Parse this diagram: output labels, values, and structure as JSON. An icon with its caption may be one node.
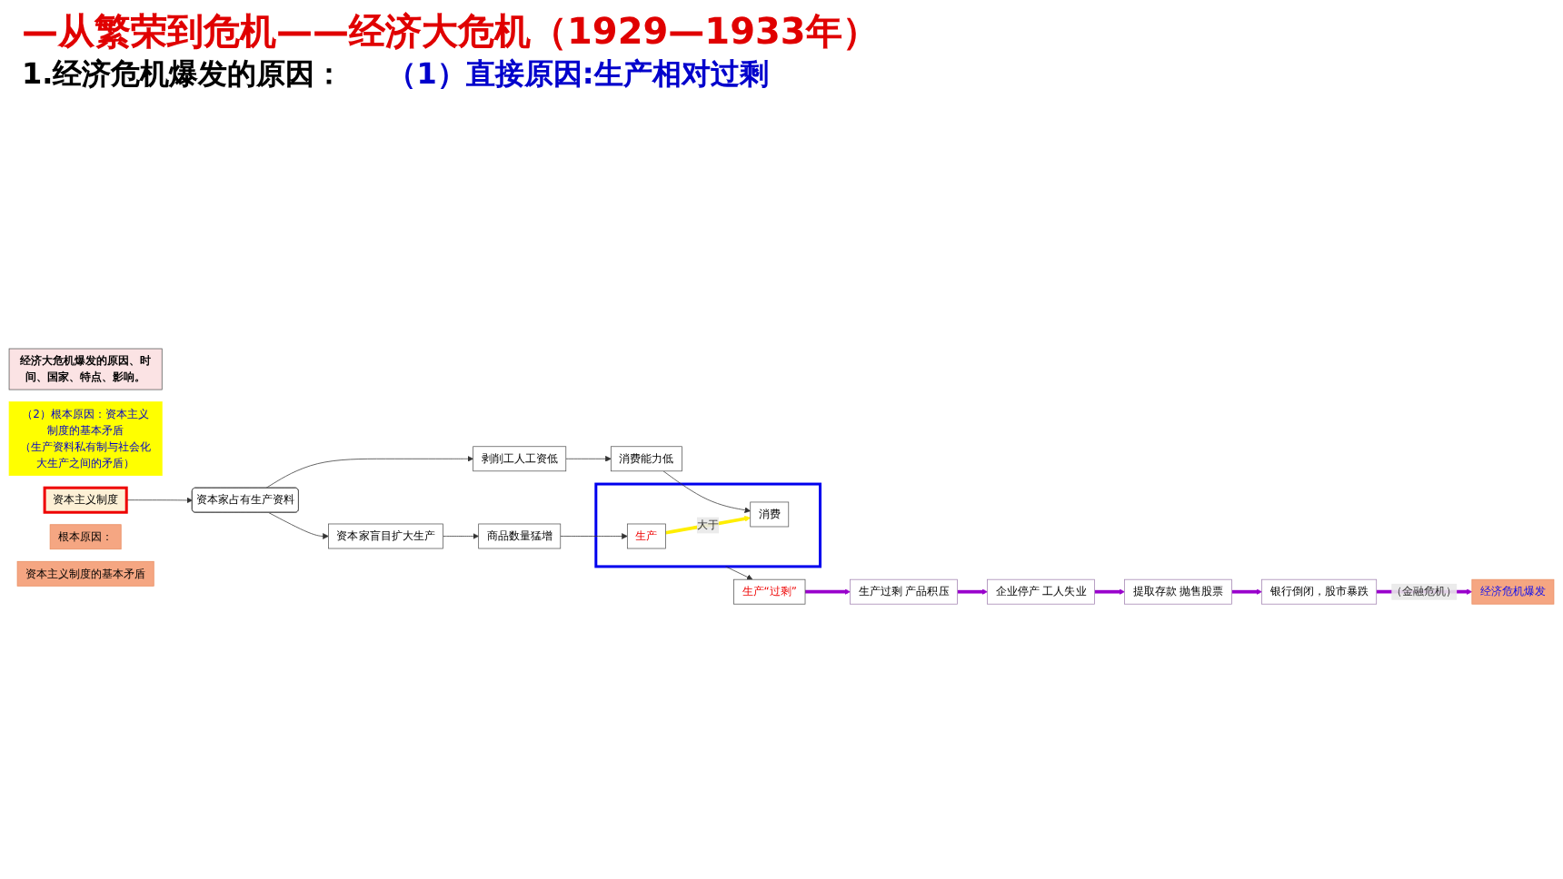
{
  "diagram": {
    "title": "—从繁荣到危机——经济大危机（1929—1933年）",
    "nodes": [
      {
        "text": [
          "经济大危机爆发的原因、时间、国家、特点、影响。"
        ]
      },
      {
        "text": [
          "（2）根本原因：资本主义制度的基本矛盾",
          "（生产资料私有制与社会化大生产之间的矛盾）"
        ]
      },
      {
        "text": [
          "资本主义制度"
        ]
      },
      {
        "text": [
          "资本家占有生产资料"
        ]
      },
      {
        "text": [
          "资本家盲目扩大生产"
        ]
      },
      {
        "text": [
          "商品数量猛增"
        ]
      },
      {
        "text": [
          "剥削工人工资低"
        ]
      },
      {
        "text": [
          "消费能力低"
        ]
      },
      {
        "text": [],
        "shape": "box"
      },
      {
        "text": [
          "生产"
        ],
        "in": 8
      },
      {
        "text": [
          "消费"
        ],
        "in": 8
      },
      {
        "text": [
          "生产“过剩”"
        ]
      },
      {
        "text": [
          "生产过剩 产品积压"
        ]
      },
      {
        "text": [
          "企业停产 工人失业"
        ]
      },
      {
        "text": [
          "提取存款 抛售股票"
        ]
      },
      {
        "text": [
          "银行倒闭，股市暴跌"
        ]
      },
      {
        "text": [
          "根本原因："
        ]
      },
      {
        "text": [
          "经济危机爆发"
        ]
      },
      {
        "text": [
          "资本主义制度的基本矛盾"
        ]
      }
    ],
    "edges": [
      {
        "from": 2,
        "to": 3,
        "arrow": "to"
      },
      {
        "from": 3,
        "to": 4,
        "arrow": "to"
      },
      {
        "from": 3,
        "to": 6,
        "arrow": "to"
      },
      {
        "from": 4,
        "to": 5,
        "arrow": "to"
      },
      {
        "from": 6,
        "to": 7,
        "arrow": "to"
      },
      {
        "from": 5,
        "to": 9,
        "arrow": "to"
      },
      {
        "from": 7,
        "to": 10,
        "arrow": "to"
      },
      {
        "from": 9,
        "to": 10,
        "arrow": "to",
        "label": "大于",
        "style": "thick",
        "color": "#ffee00"
      },
      {
        "from": 8,
        "to": 11,
        "arrow": "to"
      },
      {
        "from": 11,
        "to": 12,
        "arrow": "to",
        "style": "thick",
        "color": "#9900cc"
      },
      {
        "from": 12,
        "to": 13,
        "arrow": "to",
        "style": "thick",
        "color": "#9900cc"
      },
      {
        "from": 13,
        "to": 14,
        "arrow": "to",
        "style": "thick",
        "color": "#9900cc"
      },
      {
        "from": 14,
        "to": 15,
        "arrow": "to",
        "style": "thick",
        "color": "#9900cc"
      },
      {
        "from": 15,
        "to": 17,
        "arrow": "to",
        "label": "（金融危机）",
        "style": "thick",
        "color": "#9900cc"
      }
    ],
    "labels": [
      "1.经济危机爆发的原因：",
      "（1）直接原因:生产相对过剩"
    ]
  }
}
